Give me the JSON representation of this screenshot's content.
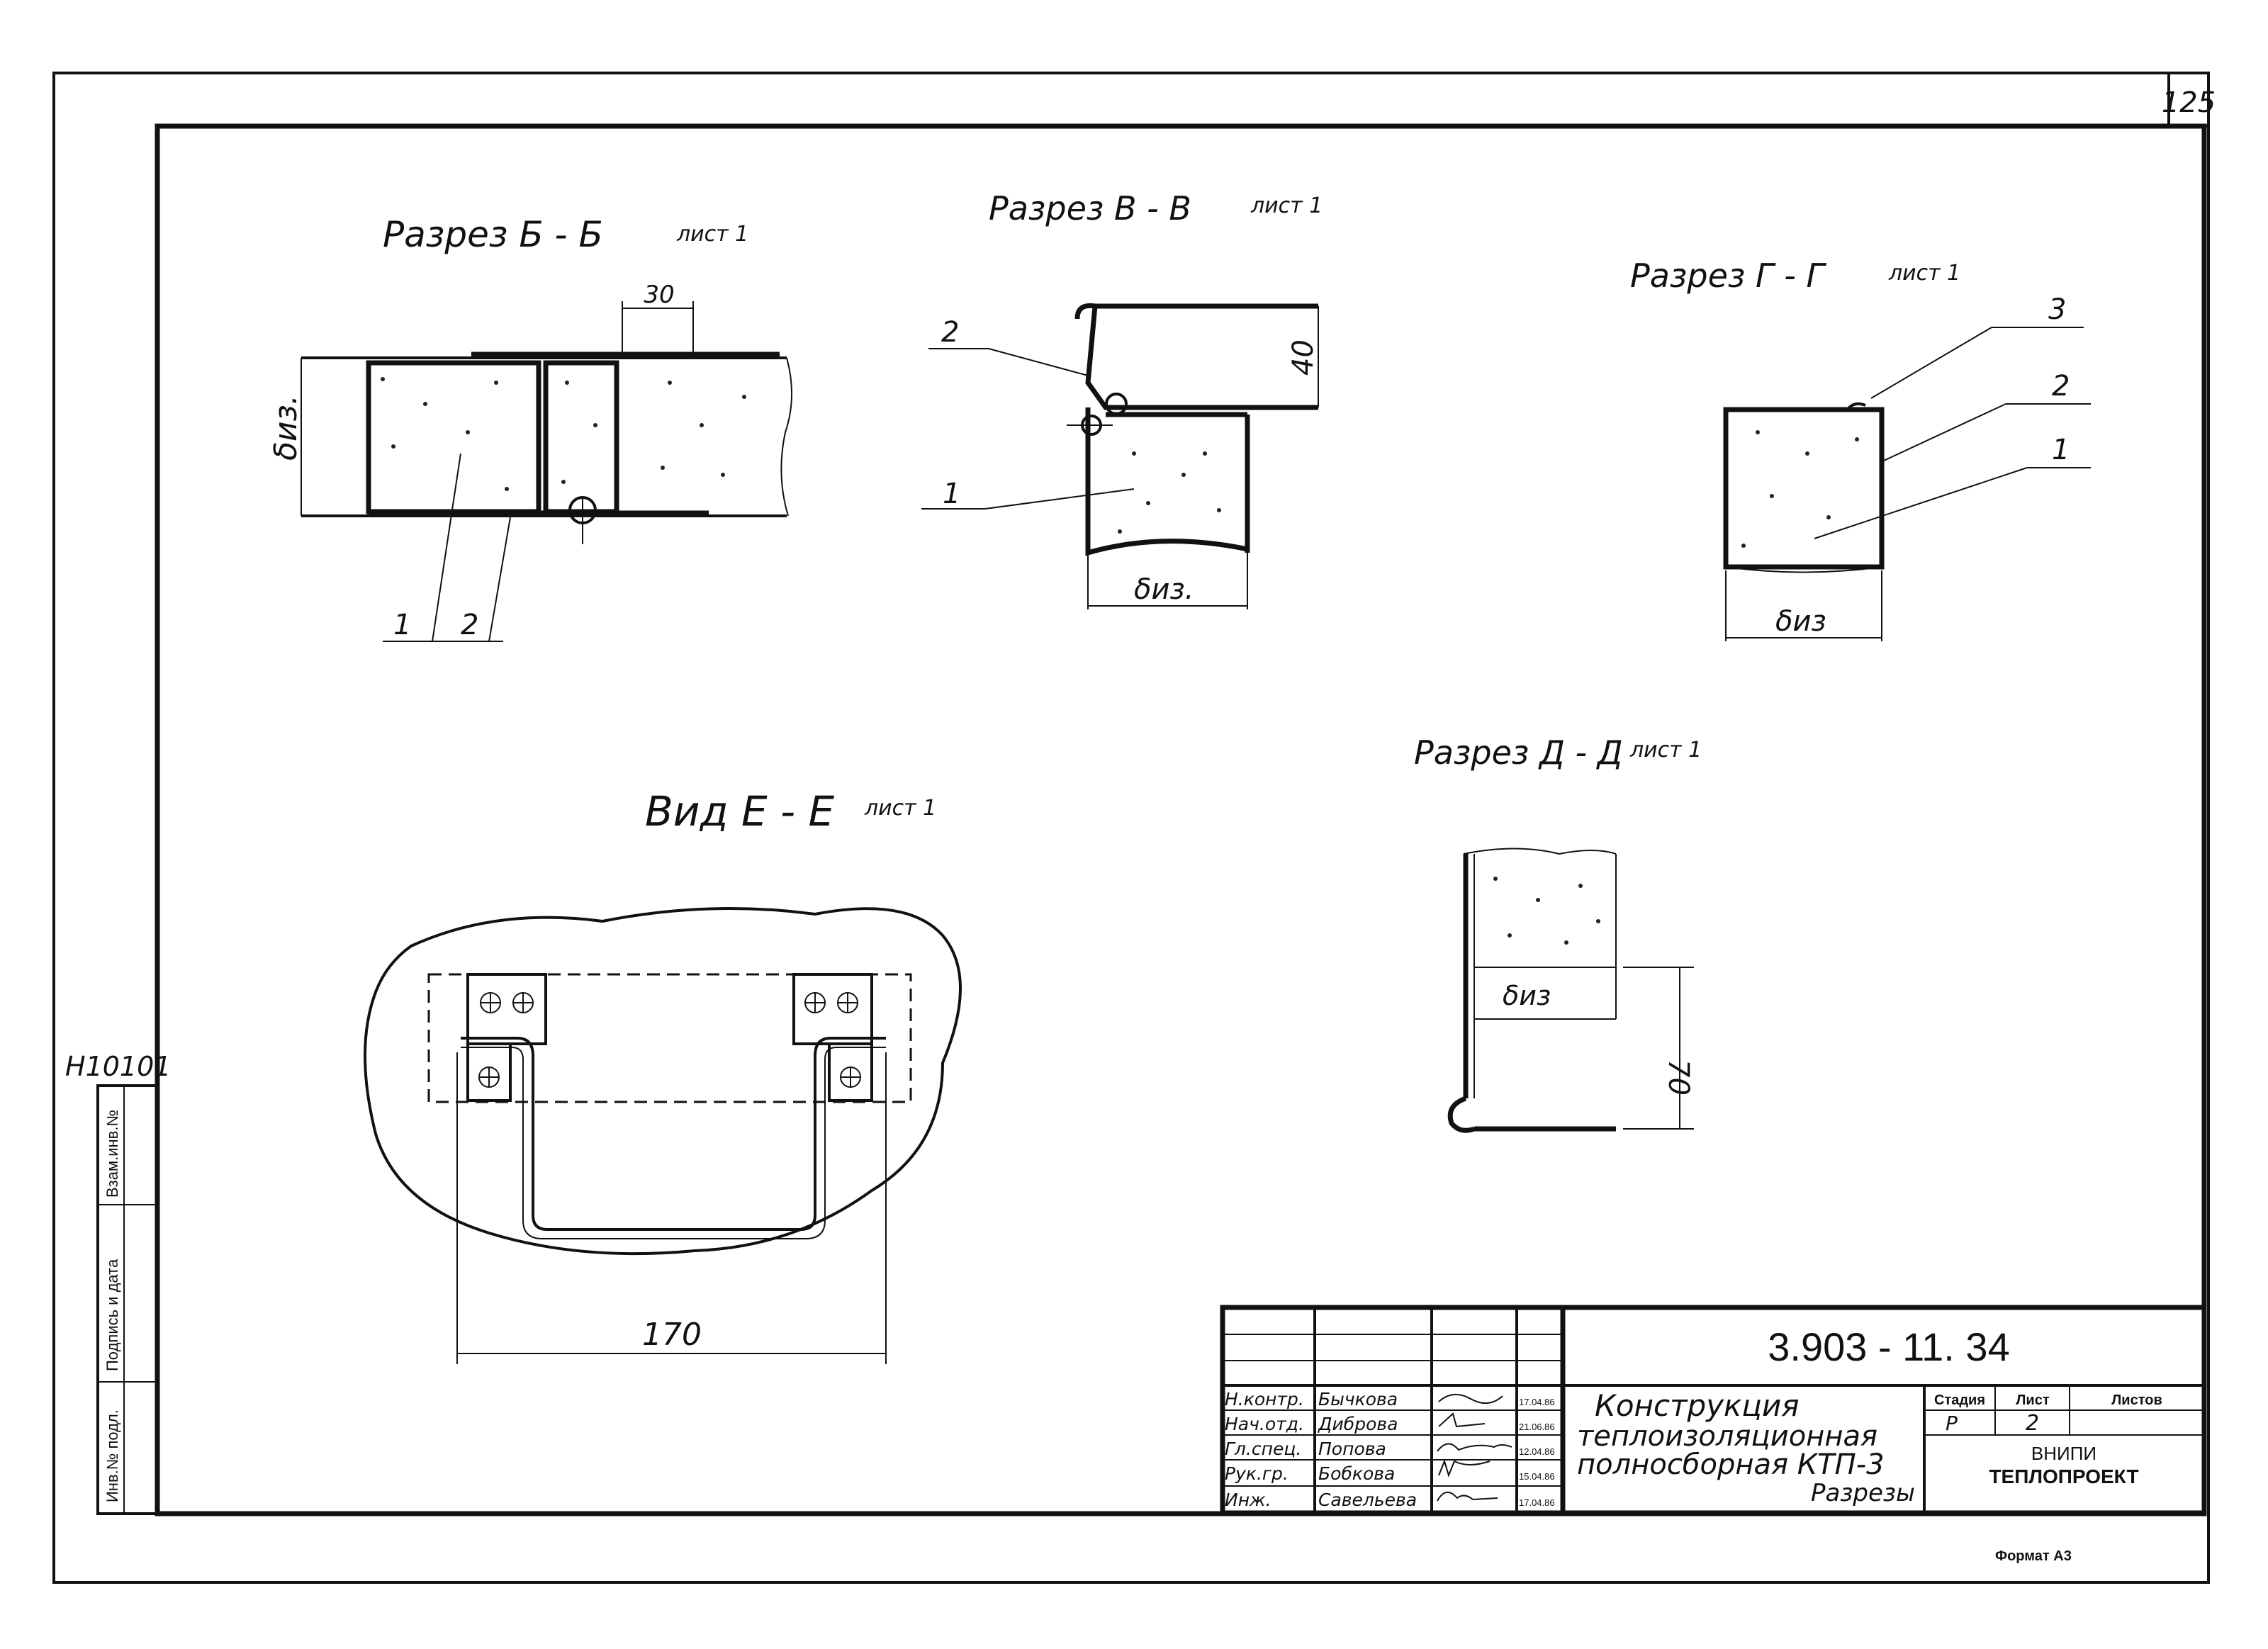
{
  "sheet": {
    "page_number": "125",
    "left_code": "H10101",
    "format_note": "Формат А3"
  },
  "side_stamp": {
    "cells": [
      "Инв.№ подл.",
      "Подпись и дата",
      "Взам.инв.№"
    ]
  },
  "sections": {
    "b": {
      "title_main": "Разрез  Б - Б",
      "title_sheet": "лист 1",
      "dim_30": "30",
      "dim_thick": "δиз.",
      "pos_1": "1",
      "pos_2": "2"
    },
    "v": {
      "title_main": "Разрез  В - В",
      "title_sheet": "лист 1",
      "dim_40": "40",
      "dim_thick": "δиз.",
      "pos_1": "1",
      "pos_2": "2"
    },
    "g": {
      "title_main": "Разрез  Г - Г",
      "title_sheet": "лист 1",
      "dim_thick": "δиз",
      "pos_1": "1",
      "pos_2": "2",
      "pos_3": "3"
    },
    "d": {
      "title_main": "Разрез Д - Д",
      "title_sheet": "лист 1",
      "dim_thick": "δиз",
      "dim_70": "70"
    },
    "e": {
      "title_main": "Вид  Е - Е",
      "title_sheet": "лист 1",
      "dim_170": "170"
    }
  },
  "title_block": {
    "doc_code": "3.903 - 11. 34",
    "title_lines": [
      "Конструкция",
      "теплоизоляционная",
      "полносборная  КТП-3"
    ],
    "sheet_subtitle": "Разрезы",
    "stage_header": "Стадия",
    "sheet_header": "Лист",
    "sheets_header": "Листов",
    "stage_value": "Р",
    "sheet_value": "2",
    "org_line1": "ВНИПИ",
    "org_line2": "ТЕПЛОПРОЕКТ",
    "rows": [
      {
        "role": "Н.контр.",
        "name": "Бычкова",
        "date": "17.04.86"
      },
      {
        "role": "Нач.отд.",
        "name": "Диброва",
        "date": "21.06.86"
      },
      {
        "role": "Гл.спец.",
        "name": "Попова",
        "date": "12.04.86"
      },
      {
        "role": "Рук.гр.",
        "name": "Бобкова",
        "date": "15.04.86"
      },
      {
        "role": "Инж.",
        "name": "Савельева",
        "date": "17.04.86"
      }
    ]
  }
}
